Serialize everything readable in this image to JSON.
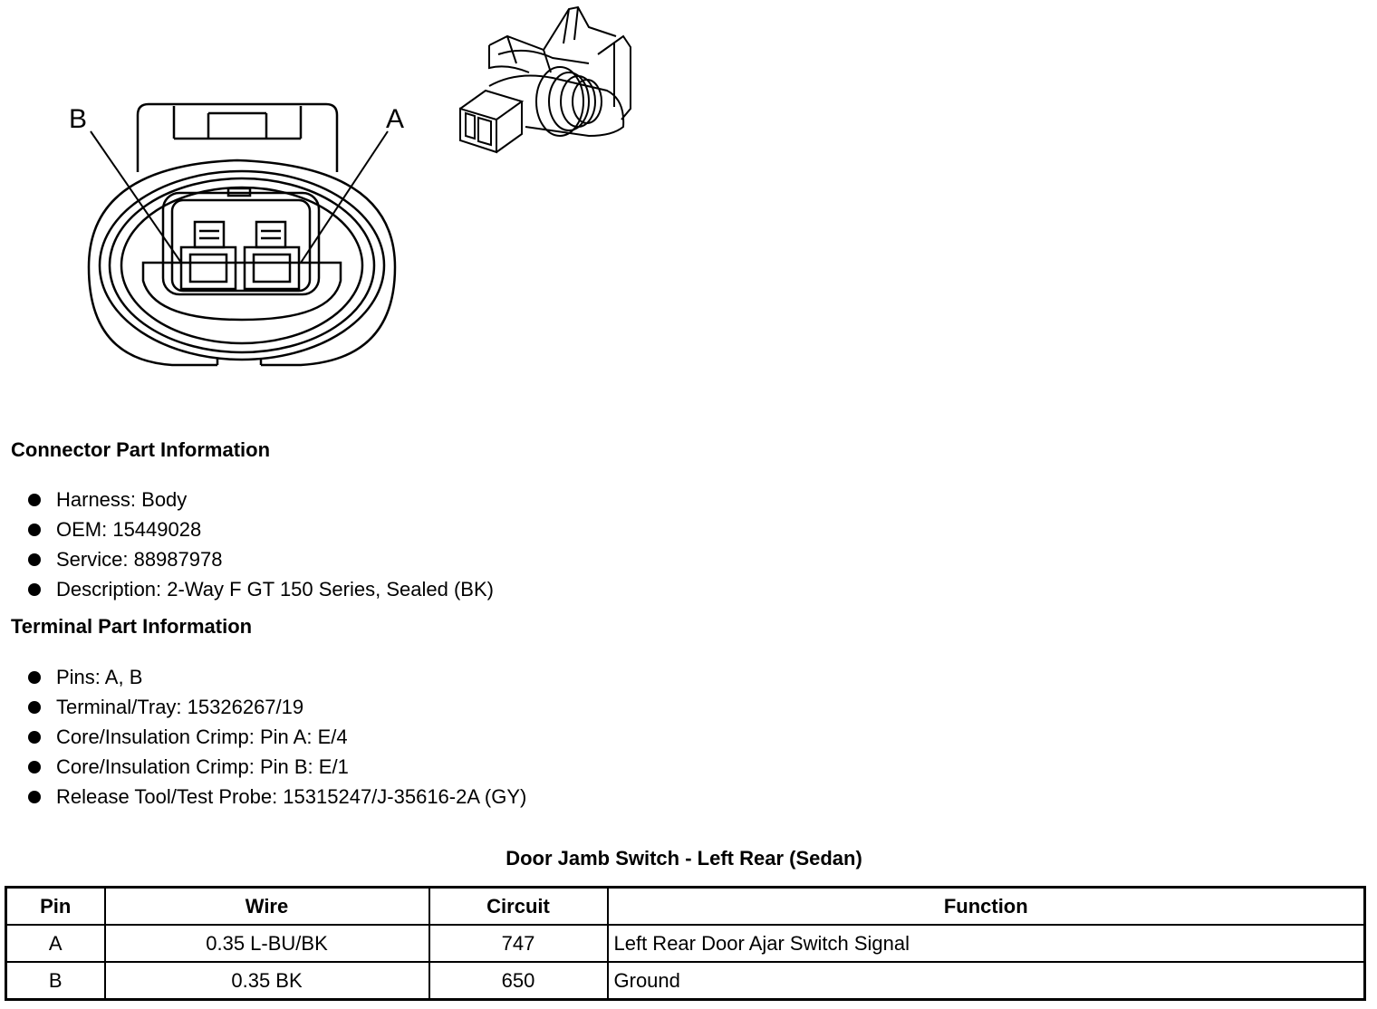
{
  "diagram": {
    "pin_label_b": "B",
    "pin_label_a": "A"
  },
  "connector_info": {
    "title": "Connector Part Information",
    "items": [
      "Harness: Body",
      "OEM: 15449028",
      "Service: 88987978",
      "Description: 2-Way F GT 150 Series, Sealed (BK)"
    ]
  },
  "terminal_info": {
    "title": "Terminal Part Information",
    "items": [
      "Pins: A, B",
      "Terminal/Tray: 15326267/19",
      "Core/Insulation Crimp: Pin A: E/4",
      "Core/Insulation Crimp: Pin B: E/1",
      "Release Tool/Test Probe: 15315247/J-35616-2A (GY)"
    ]
  },
  "table": {
    "title": "Door Jamb Switch - Left Rear (Sedan)",
    "headers": [
      "Pin",
      "Wire",
      "Circuit",
      "Function"
    ],
    "rows": [
      [
        "A",
        "0.35 L-BU/BK",
        "747",
        "Left Rear Door Ajar Switch Signal"
      ],
      [
        "B",
        "0.35 BK",
        "650",
        "Ground"
      ]
    ]
  }
}
